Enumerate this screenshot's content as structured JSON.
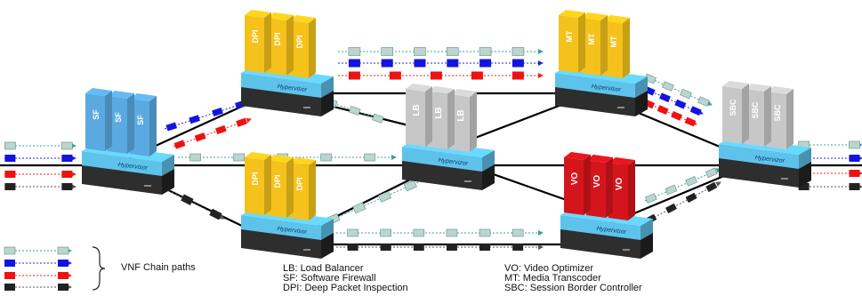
{
  "colors": {
    "sf_vnf": "#5aa9e0",
    "dpi_vnf": "#f4c21b",
    "lb_vnf": "#c7c7c7",
    "mt_vnf": "#f4c21b",
    "sbc_vnf": "#c7c7c7",
    "vo_vnf": "#d5151c",
    "hypervisor": "#5ec3eb",
    "server": "#2e2e2e",
    "link": "#000000",
    "path_teal": "#3aa39c",
    "path_blue": "#1f2bd8",
    "path_red": "#e42a1d",
    "path_gray": "#555555",
    "packet_teal": "#bcd5cf",
    "packet_blue": "#1414e0",
    "packet_red": "#ee1111",
    "packet_black": "#222222"
  },
  "nodes": {
    "sf": {
      "vnfs": [
        "SF",
        "SF",
        "SF"
      ],
      "hypervisor": "Hypervisor"
    },
    "dpi_top": {
      "vnfs": [
        "DPI",
        "DPI",
        "DPI"
      ],
      "hypervisor": "Hypervisor"
    },
    "dpi_bottom": {
      "vnfs": [
        "DPI",
        "DPI",
        "DPI"
      ],
      "hypervisor": "Hypervisor"
    },
    "lb": {
      "vnfs": [
        "LB",
        "LB",
        "LB"
      ],
      "hypervisor": "Hypervizor"
    },
    "mt": {
      "vnfs": [
        "MT",
        "MT",
        "MT"
      ],
      "hypervisor": "Hypervisor"
    },
    "vo": {
      "vnfs": [
        "VO",
        "VO",
        "VO"
      ],
      "hypervisor": "Hypervisor"
    },
    "sbc": {
      "vnfs": [
        "SBC",
        "SBC",
        "SBC"
      ],
      "hypervisor": "Hypervizor"
    }
  },
  "legend": {
    "chain_label": "VNF Chain paths",
    "abbreviations_left": [
      "LB: Load Balancer",
      "SF: Software Firewall",
      "DPI: Deep Packet Inspection"
    ],
    "abbreviations_right": [
      "VO: Video Optimizer",
      "MT: Media Transcoder",
      "SBC: Session Border Controller"
    ]
  }
}
